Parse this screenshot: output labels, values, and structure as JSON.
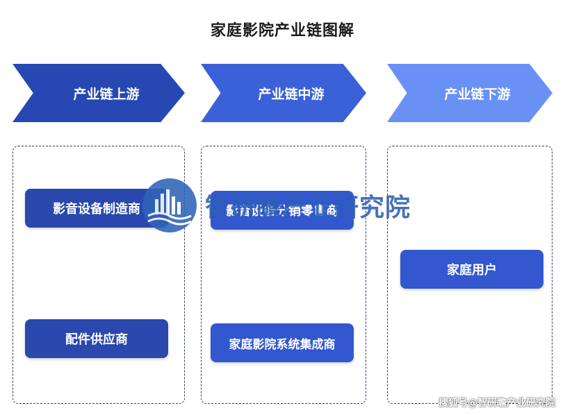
{
  "title": "家庭影院产业链图解",
  "stages": [
    {
      "label": "产业链上游",
      "color": "#2748b3"
    },
    {
      "label": "产业链中游",
      "color": "#3b61d8"
    },
    {
      "label": "产业链下游",
      "color": "#6990f5"
    }
  ],
  "upstream": [
    "影音设备制造商",
    "配件供应商"
  ],
  "midstream": [
    "影音设备分销零售商",
    "家庭影院系统集成商"
  ],
  "downstream": [
    "家庭用户"
  ],
  "watermark": "智研瞻产业研究院",
  "credit": "搜狐号@智研瞻产业研究院"
}
